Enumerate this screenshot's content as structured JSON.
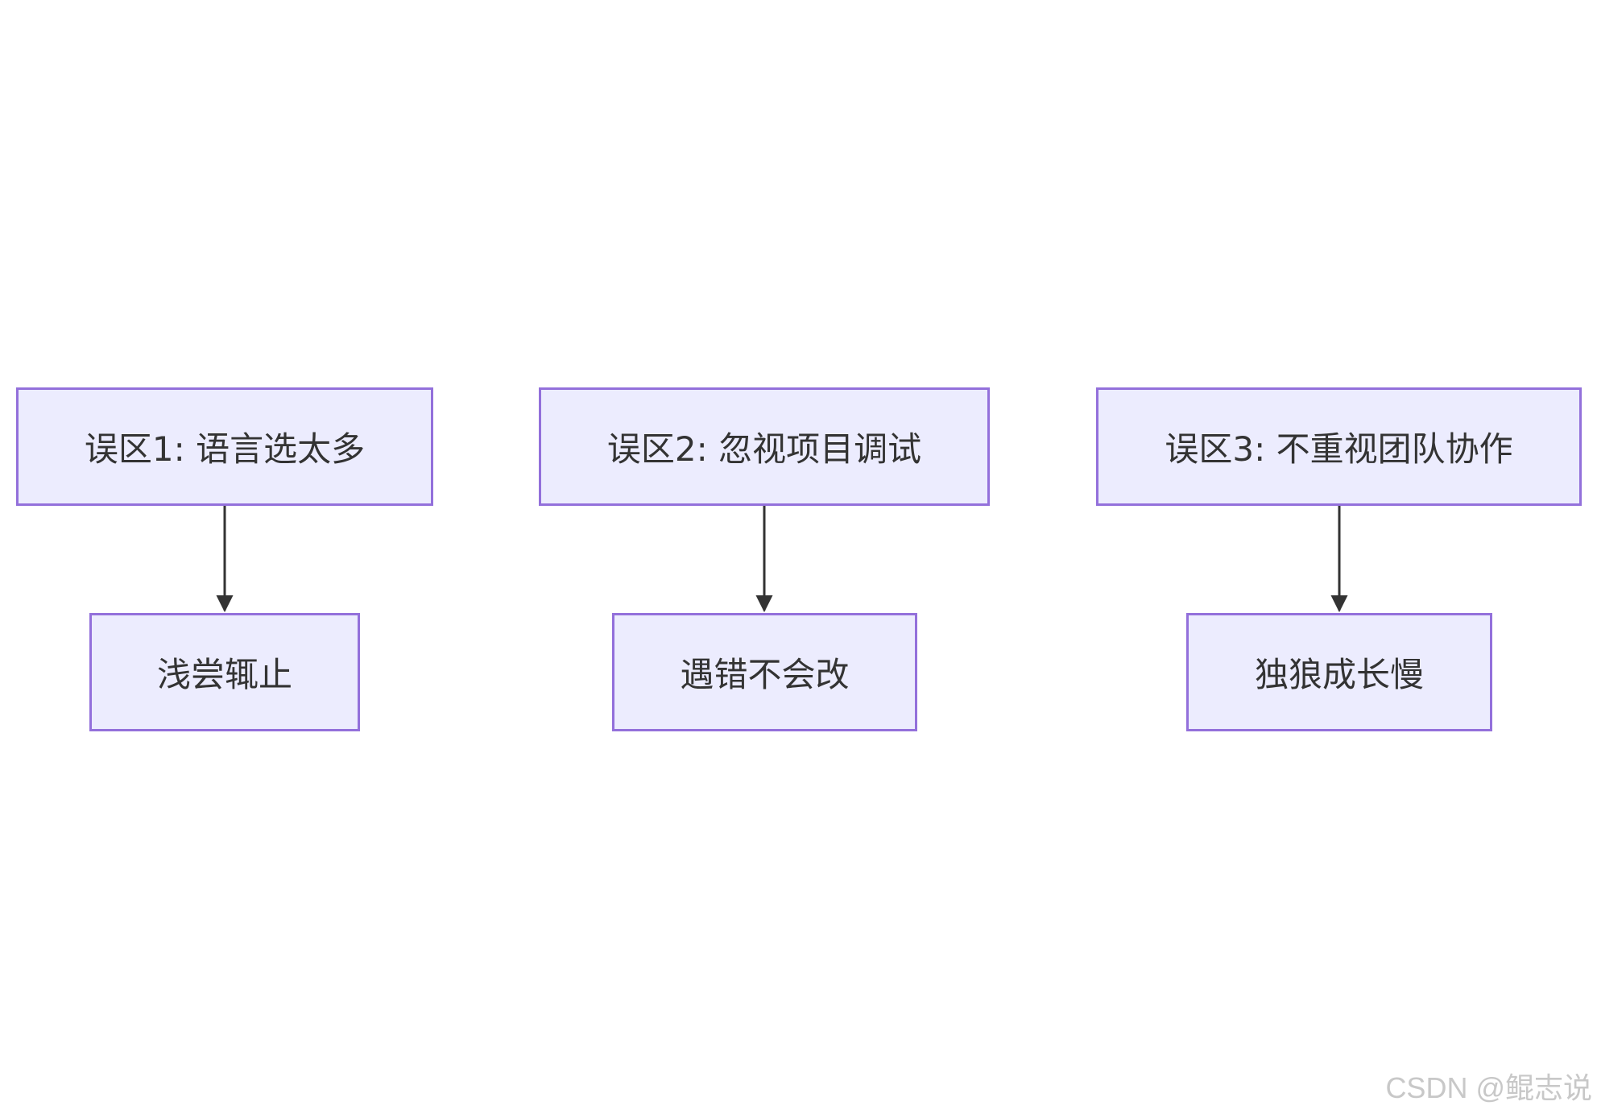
{
  "diagram": {
    "type": "flowchart",
    "nodes": [
      {
        "id": "m1",
        "label": "误区1: 语言选太多"
      },
      {
        "id": "r1",
        "label": "浅尝辄止"
      },
      {
        "id": "m2",
        "label": "误区2: 忽视项目调试"
      },
      {
        "id": "r2",
        "label": "遇错不会改"
      },
      {
        "id": "m3",
        "label": "误区3: 不重视团队协作"
      },
      {
        "id": "r3",
        "label": "独狼成长慢"
      }
    ],
    "edges": [
      {
        "from": "m1",
        "to": "r1"
      },
      {
        "from": "m2",
        "to": "r2"
      },
      {
        "from": "m3",
        "to": "r3"
      }
    ],
    "colors": {
      "node_fill": "#ececfe",
      "node_border": "#9370db",
      "edge": "#333333",
      "text": "#333333"
    }
  },
  "watermark": "CSDN @鲲志说"
}
